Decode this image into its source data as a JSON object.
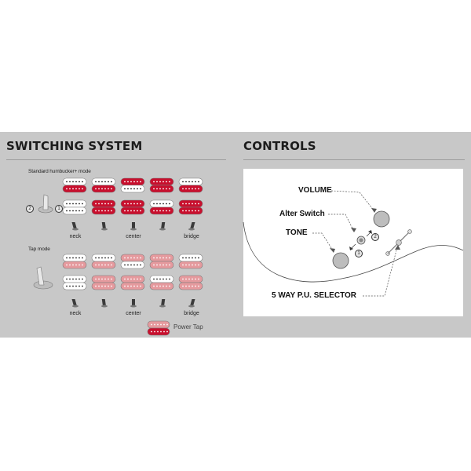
{
  "sections": {
    "switching_title": "SWITCHING SYSTEM",
    "controls_title": "CONTROLS"
  },
  "switching": {
    "standard_mode": {
      "label": "Standard humbucker+ mode",
      "rows": [
        [
          "none",
          "full",
          "none",
          "full",
          "full",
          "none",
          "full",
          "full",
          "none",
          "full"
        ],
        [
          "none",
          "none",
          "full",
          "full",
          "full",
          "full",
          "none",
          "full",
          "full",
          "full"
        ]
      ]
    },
    "tap_mode": {
      "label": "Tap mode",
      "rows": [
        [
          "none",
          "tap",
          "none",
          "tap",
          "tap",
          "none",
          "tap",
          "tap",
          "none",
          "tap"
        ],
        [
          "none",
          "none",
          "tap",
          "tap",
          "tap",
          "tap",
          "none",
          "tap",
          "tap",
          "tap"
        ]
      ]
    },
    "position_labels": [
      "neck",
      "center",
      "bridge"
    ],
    "selector_markers": [
      "2",
      "1"
    ],
    "legend": "Power Tap",
    "colors": {
      "full": "#c8102e",
      "tap": "#e59a9e",
      "none": "#ffffff"
    }
  },
  "controls": {
    "volume": "VOLUME",
    "alter_switch": "Alter Switch",
    "tone": "TONE",
    "selector": "5 WAY P.U. SELECTOR",
    "switch_markers": [
      "2",
      "1"
    ]
  }
}
